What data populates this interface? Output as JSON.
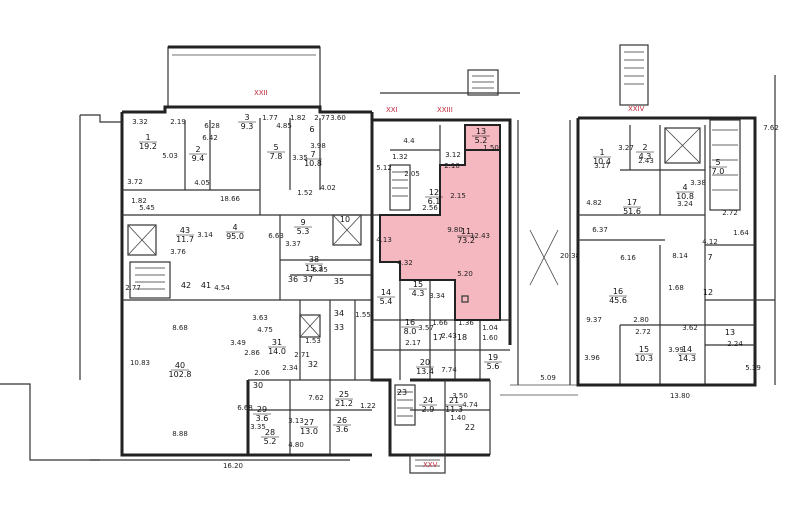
{
  "sections": [
    "XXI",
    "XXII",
    "XXIII",
    "XXIV",
    "XXV"
  ],
  "rooms": [
    {
      "id": "r1",
      "num": "1",
      "area": "19.2"
    },
    {
      "id": "r2",
      "num": "2",
      "area": "9.4"
    },
    {
      "id": "r3",
      "num": "3",
      "area": "9.3"
    },
    {
      "id": "r4",
      "num": "4",
      "area": "95.0"
    },
    {
      "id": "r5",
      "num": "5",
      "area": "7.8"
    },
    {
      "id": "r6",
      "num": "6",
      "area": ""
    },
    {
      "id": "r7",
      "num": "7",
      "area": "10.8"
    },
    {
      "id": "r9",
      "num": "9",
      "area": "5.3"
    },
    {
      "id": "r10",
      "num": "10",
      "area": ""
    },
    {
      "id": "r11",
      "num": "11",
      "area": "73.2"
    },
    {
      "id": "r12",
      "num": "12",
      "area": "6.1"
    },
    {
      "id": "r13",
      "num": "13",
      "area": "5.2"
    },
    {
      "id": "r14",
      "num": "14",
      "area": "5.4"
    },
    {
      "id": "r15",
      "num": "15",
      "area": "4.3"
    },
    {
      "id": "r16",
      "num": "16",
      "area": "8.0"
    },
    {
      "id": "r17",
      "num": "17",
      "area": ""
    },
    {
      "id": "r18",
      "num": "18",
      "area": ""
    },
    {
      "id": "r19",
      "num": "19",
      "area": "5.6"
    },
    {
      "id": "r20",
      "num": "20",
      "area": "13.4"
    },
    {
      "id": "r21",
      "num": "21",
      "area": "11.3"
    },
    {
      "id": "r22",
      "num": "22",
      "area": ""
    },
    {
      "id": "r23",
      "num": "23",
      "area": ""
    },
    {
      "id": "r24",
      "num": "24",
      "area": "2.9"
    },
    {
      "id": "r25",
      "num": "25",
      "area": "21.2"
    },
    {
      "id": "r26",
      "num": "26",
      "area": "3.6"
    },
    {
      "id": "r27",
      "num": "27",
      "area": "13.0"
    },
    {
      "id": "r28",
      "num": "28",
      "area": "5.2"
    },
    {
      "id": "r29",
      "num": "29",
      "area": "3.6"
    },
    {
      "id": "r30",
      "num": "30",
      "area": ""
    },
    {
      "id": "r31",
      "num": "31",
      "area": "14.0"
    },
    {
      "id": "r32",
      "num": "32",
      "area": ""
    },
    {
      "id": "r33",
      "num": "33",
      "area": ""
    },
    {
      "id": "r34",
      "num": "34",
      "area": ""
    },
    {
      "id": "r35",
      "num": "35",
      "area": ""
    },
    {
      "id": "r36",
      "num": "36",
      "area": ""
    },
    {
      "id": "r37",
      "num": "37",
      "area": ""
    },
    {
      "id": "r38",
      "num": "38",
      "area": "15.3"
    },
    {
      "id": "r40",
      "num": "40",
      "area": "102.8"
    },
    {
      "id": "r41",
      "num": "41",
      "area": ""
    },
    {
      "id": "r42",
      "num": "42",
      "area": ""
    },
    {
      "id": "r43",
      "num": "43",
      "area": "11.7"
    },
    {
      "id": "e1",
      "num": "1",
      "area": "10.4"
    },
    {
      "id": "e2",
      "num": "2",
      "area": "4.3"
    },
    {
      "id": "e4",
      "num": "4",
      "area": "10.8"
    },
    {
      "id": "e5",
      "num": "5",
      "area": "7.0"
    },
    {
      "id": "e7",
      "num": "7",
      "area": ""
    },
    {
      "id": "e12",
      "num": "12",
      "area": ""
    },
    {
      "id": "e13",
      "num": "13",
      "area": ""
    },
    {
      "id": "e14",
      "num": "14",
      "area": "14.3"
    },
    {
      "id": "e15",
      "num": "15",
      "area": "10.3"
    },
    {
      "id": "e16",
      "num": "16",
      "area": "45.6"
    },
    {
      "id": "e17",
      "num": "17",
      "area": "51.6"
    }
  ],
  "dimensions": [
    "3.32",
    "2.19",
    "6.28",
    "1.77",
    "1.82",
    "2.77",
    "3.60",
    "3.72",
    "5.03",
    "6.42",
    "4.85",
    "3.35",
    "3.98",
    "4.02",
    "4.05",
    "1.82",
    "5.45",
    "18.66",
    "1.52",
    "3.14",
    "3.76",
    "6.63",
    "3.37",
    "6.85",
    "2.77",
    "4.54",
    "3.63",
    "8.68",
    "4.75",
    "2.86",
    "3.49",
    "10.83",
    "2.71",
    "1.53",
    "2.06",
    "2.34",
    "6.68",
    "7.62",
    "3.35",
    "3.13",
    "4.80",
    "8.88",
    "16.20",
    "4.4",
    "1.32",
    "5.12",
    "2.05",
    "3.12",
    "1.50",
    "2.10",
    "2.56",
    "2.15",
    "9.80",
    "12.43",
    "4.13",
    "4.32",
    "5.20",
    "3.34",
    "1.55",
    "1.66",
    "3.57",
    "1.36",
    "1.04",
    "1.60",
    "2.43",
    "2.17",
    "7.74",
    "1.22",
    "3.50",
    "1.40",
    "4.74",
    "3.17",
    "3.27",
    "2.43",
    "3.38",
    "4.82",
    "3.24",
    "2.72",
    "6.37",
    "6.16",
    "4.12",
    "1.64",
    "20.38",
    "8.14",
    "1.68",
    "9.37",
    "2.80",
    "2.72",
    "3.62",
    "2.24",
    "3.96",
    "3.99",
    "5.39",
    "5.09",
    "13.80",
    "7.62"
  ]
}
